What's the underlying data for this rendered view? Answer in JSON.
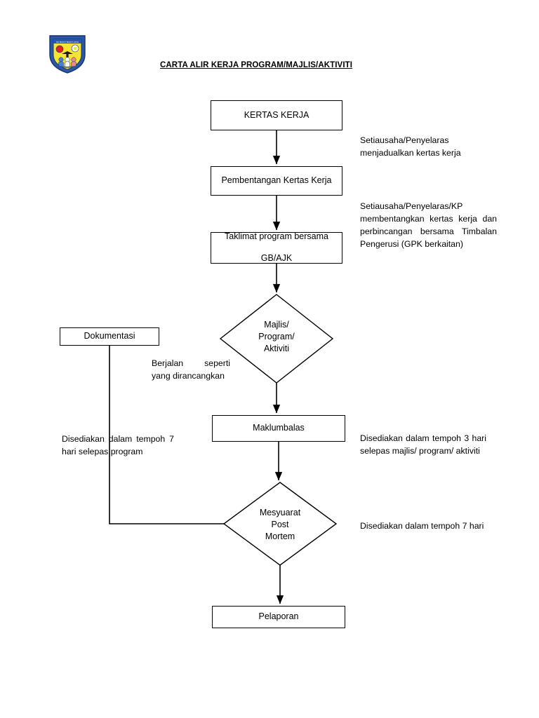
{
  "document": {
    "title": "CARTA ALIR KERJA PROGRAM/MAJLIS/AKTIVITI",
    "logo_name": "school-crest-logo"
  },
  "flowchart": {
    "nodes": [
      {
        "id": "kertas-kerja",
        "shape": "process",
        "label": "KERTAS KERJA"
      },
      {
        "id": "pembentangan",
        "shape": "process",
        "label": "Pembentangan Kertas Kerja"
      },
      {
        "id": "taklimat",
        "shape": "process",
        "label_line1": "Taklimat program bersama",
        "label_line2": "GB/AJK"
      },
      {
        "id": "majlis",
        "shape": "decision",
        "label_line1": "Majlis/",
        "label_line2": "Program/",
        "label_line3": "Aktiviti"
      },
      {
        "id": "dokumentasi",
        "shape": "process",
        "label": "Dokumentasi"
      },
      {
        "id": "maklumbalas",
        "shape": "process",
        "label": "Maklumbalas"
      },
      {
        "id": "mesyuarat",
        "shape": "decision",
        "label_line1": "Mesyuarat",
        "label_line2": "Post",
        "label_line3": "Mortem"
      },
      {
        "id": "pelaporan",
        "shape": "process",
        "label": "Pelaporan"
      }
    ],
    "annotations": [
      {
        "id": "setiausaha-jadual",
        "text": "Setiausaha/Penyelaras menjadualkan kertas kerja"
      },
      {
        "id": "setiausaha-bentang",
        "text": "Setiausaha/Penyelaras/KP membentangkan kertas kerja dan perbincangan bersama Timbalan Pengerusi (GPK berkaitan)"
      },
      {
        "id": "berjalan-seperti",
        "text": "Berjalan seperti yang dirancangkan"
      },
      {
        "id": "disediakan-7-program",
        "text": "Disediakan dalam tempoh 7 hari selepas program"
      },
      {
        "id": "disediakan-3-hari",
        "text": "Disediakan dalam tempoh 3 hari selepas majlis/ program/ aktiviti"
      },
      {
        "id": "disediakan-7-hari",
        "text": "Disediakan dalam tempoh 7 hari"
      }
    ]
  },
  "colors": {
    "stroke": "#000000",
    "background": "#ffffff",
    "logo_border": "#2b57a6",
    "logo_field": "#f5e431",
    "logo_red": "#e2231a",
    "logo_blue": "#4a7fd4"
  }
}
